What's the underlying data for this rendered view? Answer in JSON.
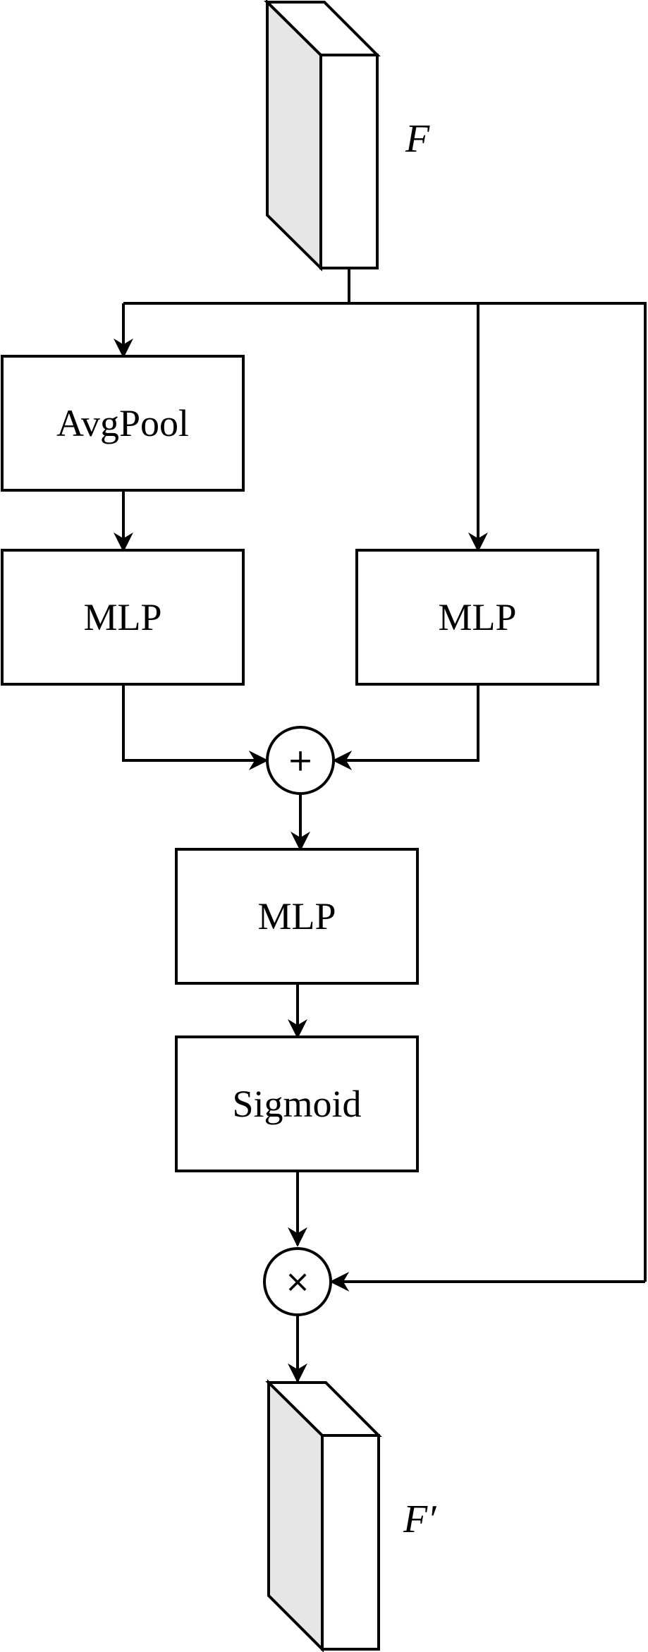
{
  "colors": {
    "stroke": "#000000",
    "box_fill": "#ffffff",
    "tensor_side_fill": "#e6e6e6",
    "background": "#ffffff"
  },
  "input_tensor": {
    "label": "F"
  },
  "output_tensor": {
    "label": "F′"
  },
  "blocks": {
    "avgpool": {
      "label": "AvgPool"
    },
    "mlp_left": {
      "label": "MLP"
    },
    "mlp_right": {
      "label": "MLP"
    },
    "mlp_center": {
      "label": "MLP"
    },
    "sigmoid": {
      "label": "Sigmoid"
    }
  },
  "operators": {
    "add": {
      "symbol": "+",
      "icon": "plus-icon"
    },
    "multiply": {
      "symbol": "×",
      "icon": "times-icon"
    }
  }
}
